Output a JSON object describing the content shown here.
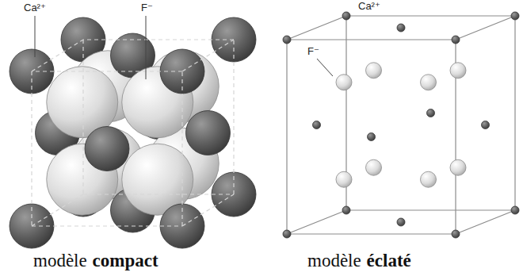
{
  "diagram": {
    "labels": [
      "Ca²⁺",
      "F⁻",
      "Ca²⁺",
      "F⁻",
      "modèle",
      "compact",
      "modèle",
      "éclaté"
    ]
  }
}
